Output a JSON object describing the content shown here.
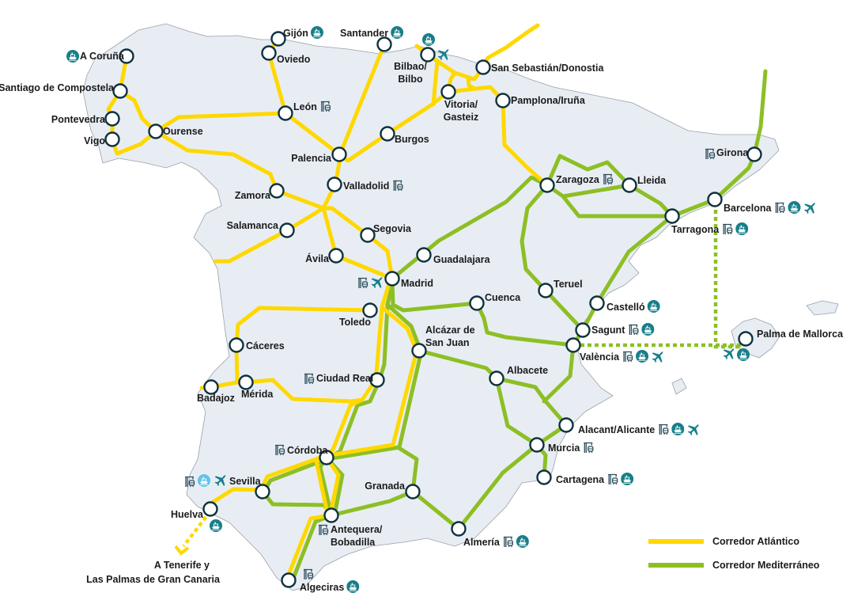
{
  "colors": {
    "atlantic": "#ffd800",
    "mediterranean": "#8dbf24",
    "port": "#167f8a",
    "port_light": "#5fc3ea",
    "rail": "#2c4d5a",
    "air": "#167f8a",
    "node_stroke": "#10323f",
    "land": "#e8edf4"
  },
  "nodes": {
    "acoruna": {
      "label": [
        "A Coruña"
      ],
      "icons": [
        "port"
      ]
    },
    "santiago": {
      "label": [
        "Santiago de Compostela"
      ],
      "icons": []
    },
    "pontevedra": {
      "label": [
        "Pontevedra"
      ],
      "icons": []
    },
    "vigo": {
      "label": [
        "Vigo"
      ],
      "icons": []
    },
    "ourense": {
      "label": [
        "Ourense"
      ],
      "icons": []
    },
    "gijon": {
      "label": [
        "Gijón"
      ],
      "icons": [
        "port"
      ]
    },
    "oviedo": {
      "label": [
        "Oviedo"
      ],
      "icons": []
    },
    "santander": {
      "label": [
        "Santander"
      ],
      "icons": [
        "port"
      ]
    },
    "bilbao": {
      "label": [
        "Bilbao/",
        "Bilbo"
      ],
      "icons": [
        "port",
        "airport"
      ]
    },
    "sansebastian": {
      "label": [
        "San Sebastián/Donostia"
      ],
      "icons": []
    },
    "vitoria": {
      "label": [
        "Vitoria/",
        "Gasteiz"
      ],
      "icons": []
    },
    "pamplona": {
      "label": [
        "Pamplona/Iruña"
      ],
      "icons": []
    },
    "leon": {
      "label": [
        "León"
      ],
      "icons": [
        "rail-terminal"
      ]
    },
    "palencia": {
      "label": [
        "Palencia"
      ],
      "icons": []
    },
    "burgos": {
      "label": [
        "Burgos"
      ],
      "icons": []
    },
    "valladolid": {
      "label": [
        "Valladolid"
      ],
      "icons": [
        "rail-terminal"
      ]
    },
    "zamora": {
      "label": [
        "Zamora"
      ],
      "icons": []
    },
    "salamanca": {
      "label": [
        "Salamanca"
      ],
      "icons": []
    },
    "segovia": {
      "label": [
        "Segovia"
      ],
      "icons": []
    },
    "avila": {
      "label": [
        "Ávila"
      ],
      "icons": []
    },
    "madrid": {
      "label": [
        "Madrid"
      ],
      "icons": [
        "rail-terminal",
        "airport"
      ]
    },
    "guadalajara": {
      "label": [
        "Guadalajara"
      ],
      "icons": []
    },
    "cuenca": {
      "label": [
        "Cuenca"
      ],
      "icons": []
    },
    "toledo": {
      "label": [
        "Toledo"
      ],
      "icons": []
    },
    "caceres": {
      "label": [
        "Cáceres"
      ],
      "icons": []
    },
    "alcazar": {
      "label": [
        "Alcázar de",
        "San Juan"
      ],
      "icons": []
    },
    "ciudadreal": {
      "label": [
        "Ciudad Real"
      ],
      "icons": [
        "rail-terminal"
      ]
    },
    "merida": {
      "label": [
        "Mérida"
      ],
      "icons": []
    },
    "badajoz": {
      "label": [
        "Badajoz"
      ],
      "icons": []
    },
    "zaragoza": {
      "label": [
        "Zaragoza"
      ],
      "icons": [
        "rail-terminal"
      ]
    },
    "lleida": {
      "label": [
        "Lleida"
      ],
      "icons": []
    },
    "girona": {
      "label": [
        "Girona"
      ],
      "icons": [
        "rail-terminal"
      ]
    },
    "barcelona": {
      "label": [
        "Barcelona"
      ],
      "icons": [
        "rail-terminal",
        "port",
        "airport"
      ]
    },
    "tarragona": {
      "label": [
        "Tarragona"
      ],
      "icons": [
        "rail-terminal",
        "port"
      ]
    },
    "teruel": {
      "label": [
        "Teruel"
      ],
      "icons": []
    },
    "castello": {
      "label": [
        "Castelló"
      ],
      "icons": [
        "port"
      ]
    },
    "sagunt": {
      "label": [
        "Sagunt"
      ],
      "icons": [
        "rail-terminal",
        "port"
      ]
    },
    "valencia": {
      "label": [
        "València"
      ],
      "icons": [
        "rail-terminal",
        "port",
        "airport"
      ]
    },
    "palma": {
      "label": [
        "Palma de Mallorca"
      ],
      "icons": [
        "airport",
        "port"
      ]
    },
    "albacete": {
      "label": [
        "Albacete"
      ],
      "icons": []
    },
    "alicante": {
      "label": [
        "Alacant/Alicante"
      ],
      "icons": [
        "rail-terminal",
        "port",
        "airport"
      ]
    },
    "murcia": {
      "label": [
        "Murcia"
      ],
      "icons": [
        "rail-terminal"
      ]
    },
    "cartagena": {
      "label": [
        "Cartagena"
      ],
      "icons": [
        "rail-terminal",
        "port"
      ]
    },
    "cordoba": {
      "label": [
        "Córdoba"
      ],
      "icons": [
        "rail-terminal"
      ]
    },
    "sevilla": {
      "label": [
        "Sevilla"
      ],
      "icons": [
        "rail-terminal",
        "port-light",
        "airport"
      ]
    },
    "huelva": {
      "label": [
        "Huelva"
      ],
      "icons": [
        "port"
      ]
    },
    "granada": {
      "label": [
        "Granada"
      ],
      "icons": []
    },
    "antequera": {
      "label": [
        "Antequera/",
        "Bobadilla"
      ],
      "icons": [
        "rail-terminal"
      ]
    },
    "almeria": {
      "label": [
        "Almería"
      ],
      "icons": [
        "rail-terminal",
        "port"
      ]
    },
    "algeciras": {
      "label": [
        "Algeciras"
      ],
      "icons": [
        "rail-terminal",
        "port"
      ]
    }
  },
  "notes": {
    "canary": [
      "A Tenerife y",
      "Las Palmas de Gran Canaria"
    ]
  },
  "legend": {
    "items": [
      {
        "label": "Corredor Atlántico",
        "color": "#ffd800"
      },
      {
        "label": "Corredor Mediterráneo",
        "color": "#8dbf24"
      }
    ]
  }
}
